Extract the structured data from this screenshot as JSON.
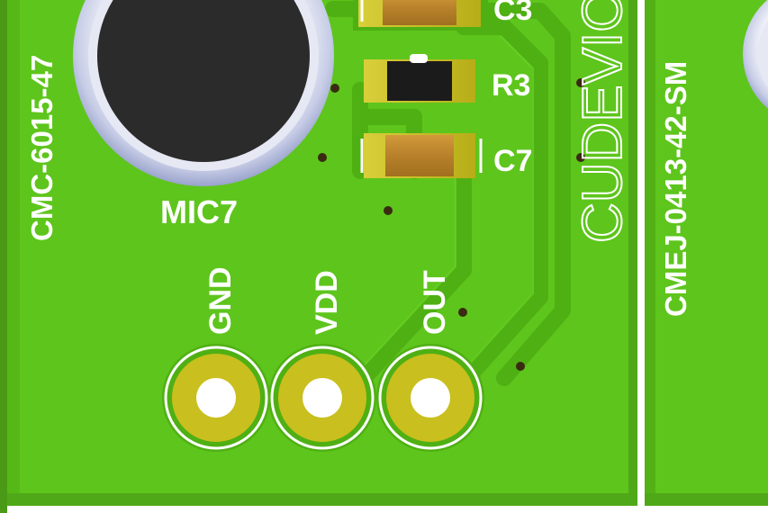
{
  "board_left": {
    "part_number": "CMC-6015-47",
    "mic_label": "MIC7",
    "components": {
      "c3": "C3",
      "r3": "R3",
      "c7": "C7"
    },
    "logo_text": "CUDEVICES",
    "pins": {
      "gnd": "GND",
      "vdd": "VDD",
      "out": "OUT"
    }
  },
  "board_right": {
    "part_number": "CMEJ-0413-42-SM"
  },
  "colors": {
    "board_green": "#5ec51c",
    "trace_green": "#4fb013",
    "silkscreen": "#ffffff",
    "gold_pad": "#c9bf1e",
    "capacitor_body": "#c08a2e",
    "resistor_body": "#1b1b1b",
    "mic_body": "#2b2b2b",
    "via": "#3a2a12"
  }
}
